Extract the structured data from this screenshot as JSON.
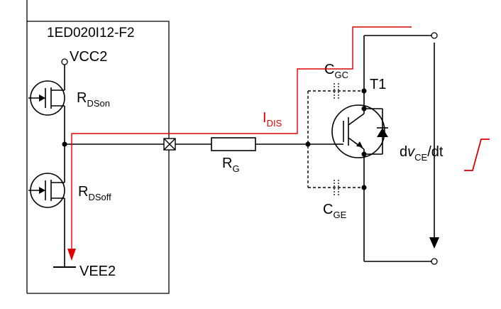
{
  "chip": {
    "name": "1ED020I12-F2"
  },
  "supply": {
    "vcc": "VCC2",
    "vee": "VEE2"
  },
  "mosfet_top": {
    "main": "R",
    "sub": "DSon"
  },
  "mosfet_bottom": {
    "main": "R",
    "sub": "DSoff"
  },
  "gate_resistor": {
    "main": "R",
    "sub": "G"
  },
  "current": {
    "main": "I",
    "sub": "DIS"
  },
  "cap_gc": {
    "main": "C",
    "sub": "GC"
  },
  "cap_ge": {
    "main": "C",
    "sub": "GE"
  },
  "transistor": {
    "label": "T1"
  },
  "slew": {
    "prefix": "d",
    "v": "v",
    "sub": "CE",
    "suffix": "/dt"
  },
  "colors": {
    "wire": "#000000",
    "current_path": "#e00000"
  }
}
